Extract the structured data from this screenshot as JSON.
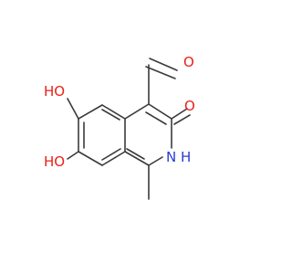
{
  "colors": {
    "bond": "#3a3a3a",
    "oxygen": "#e8211a",
    "nitrogen": "#2b3bd6",
    "background": "#ffffff"
  },
  "atoms": {
    "aldehyde_o": "O",
    "ring_o": "O",
    "hydroxyl_top": "HO",
    "hydroxyl_bottom": "HO",
    "nh_n": "N",
    "nh_h": "H"
  }
}
